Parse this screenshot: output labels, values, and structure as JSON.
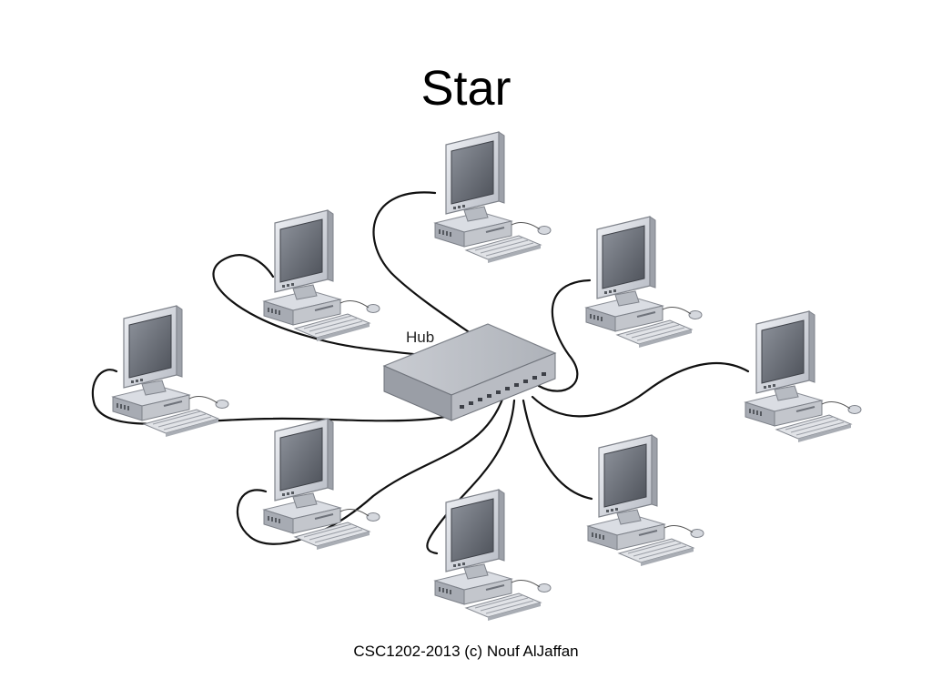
{
  "slide": {
    "title": "Star",
    "footer": "CSC1202-2013 (c) Nouf AlJaffan"
  },
  "diagram": {
    "topology": "star",
    "hub": {
      "label": "Hub"
    },
    "computer_count": 8
  }
}
